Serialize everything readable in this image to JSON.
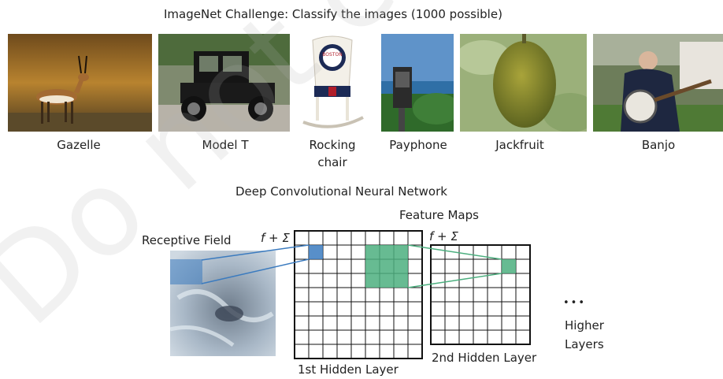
{
  "title": "ImageNet Challenge: Classify the images (1000 possible)",
  "images": [
    {
      "label": "Gazelle",
      "icon": "gazelle-photo"
    },
    {
      "label": "Model T",
      "icon": "model-t-car-photo"
    },
    {
      "label_line1": "Rocking",
      "label_line2": "chair",
      "icon": "rocking-chair-photo",
      "logo_text": "BOSTON"
    },
    {
      "label": "Payphone",
      "icon": "payphone-photo"
    },
    {
      "label": "Jackfruit",
      "icon": "jackfruit-photo"
    },
    {
      "label": "Banjo",
      "icon": "banjo-player-photo"
    }
  ],
  "network": {
    "title": "Deep Convolutional Neural Network",
    "feature_maps": "Feature Maps",
    "receptive_field": "Receptive Field",
    "f_sum_1": "f + Σ",
    "f_sum_2": "f + Σ",
    "layer1": "1st Hidden Layer",
    "layer2": "2nd Hidden Layer",
    "dots": "•••",
    "higher_line1": "Higher",
    "higher_line2": "Layers"
  },
  "watermark": "Do not copy",
  "colors": {
    "blue": "#3b7bbf",
    "green": "#4caf7f",
    "grid": "#111111"
  }
}
